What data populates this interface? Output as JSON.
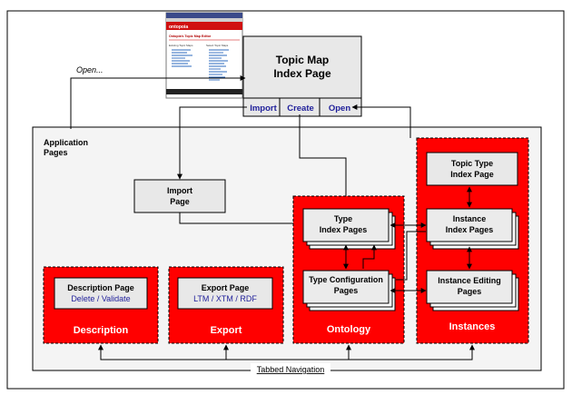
{
  "diagram": {
    "screenshot": {
      "brand": "ontopoia",
      "title": "Ontopia's Topic Map Editor",
      "col1_heading": "Existing Topic Maps",
      "col2_heading": "Select Topic Maps"
    },
    "index_page": {
      "title_line1": "Topic Map",
      "title_line2": "Index Page",
      "import_label": "Import",
      "create_label": "Create",
      "open_label": "Open"
    },
    "open_label": "Open...",
    "app_pages_line1": "Application",
    "app_pages_line2": "Pages",
    "import_page": {
      "line1": "Import",
      "line2": "Page"
    },
    "description": {
      "title": "Description",
      "box_line1": "Description Page",
      "box_line2": "Delete / Validate"
    },
    "export": {
      "title": "Export",
      "box_line1": "Export Page",
      "box_line2": "LTM / XTM / RDF"
    },
    "ontology": {
      "title": "Ontology",
      "type_index_line1": "Type",
      "type_index_line2": "Index Pages",
      "type_config_line1": "Type Configuration",
      "type_config_line2": "Pages"
    },
    "instances": {
      "title": "Instances",
      "topic_type_line1": "Topic Type",
      "topic_type_line2": "Index Page",
      "instance_index_line1": "Instance",
      "instance_index_line2": "Index Pages",
      "instance_edit_line1": "Instance Editing",
      "instance_edit_line2": "Pages"
    },
    "tabbed_navigation": "Tabbed Navigation"
  },
  "colors": {
    "red_panel": "#ff0000",
    "box_fill": "#e8e8e8",
    "app_area": "#f4f4f4",
    "blue_text": "#1f1f9a"
  }
}
